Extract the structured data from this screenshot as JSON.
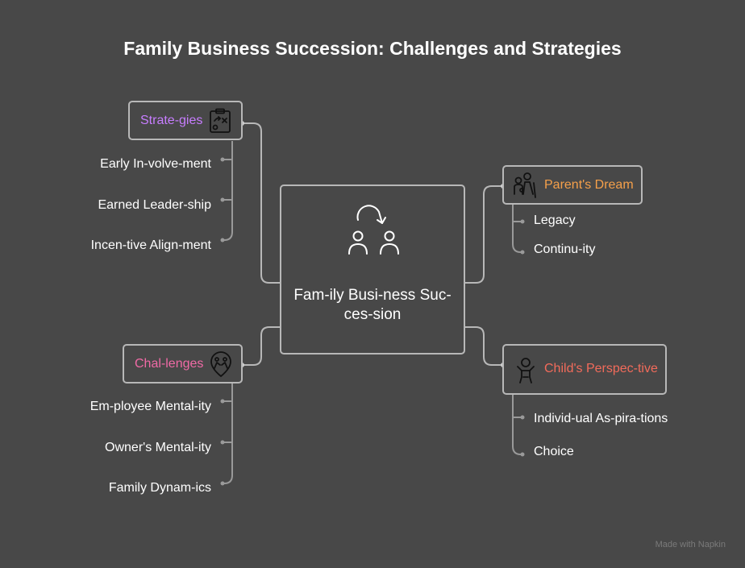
{
  "title": "Family Business Succession: Challenges and Strategies",
  "center": {
    "label": "Fam-ily Busi-ness Suc-ces-sion",
    "icon": "succession-cycle-icon"
  },
  "branches": {
    "strategies": {
      "label": "Strate-gies",
      "color": "#c77dff",
      "icon": "strategy-clipboard-icon",
      "items": [
        "Early In-volve-ment",
        "Earned Leader-ship",
        "Incen-tive Align-ment"
      ]
    },
    "challenges": {
      "label": "Chal-lenges",
      "color": "#f06aa6",
      "icon": "conflict-badge-icon",
      "items": [
        "Em-ployee Mental-ity",
        "Owner's Mental-ity",
        "Family Dynam-ics"
      ]
    },
    "parents_dream": {
      "label": "Parent's Dream",
      "color": "#f5a04a",
      "icon": "family-icon",
      "items": [
        "Legacy",
        "Continu-ity"
      ]
    },
    "childs_perspective": {
      "label": "Child's Perspec-tive",
      "color": "#f26b5b",
      "icon": "child-icon",
      "items": [
        "Individ-ual As-pira-tions",
        "Choice"
      ]
    }
  },
  "watermark": "Made with  Napkin"
}
